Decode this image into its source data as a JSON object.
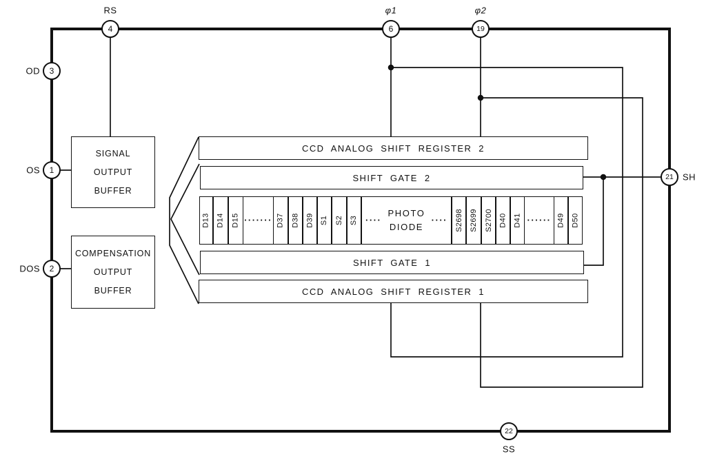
{
  "pins": {
    "rs": {
      "label": "RS",
      "number": "4"
    },
    "od": {
      "label": "OD",
      "number": "3"
    },
    "os": {
      "label": "OS",
      "number": "1"
    },
    "dos": {
      "label": "DOS",
      "number": "2"
    },
    "phi1": {
      "label": "φ1",
      "number": "6"
    },
    "phi2": {
      "label": "φ2",
      "number": "19"
    },
    "sh": {
      "label": "SH",
      "number": "21"
    },
    "ss": {
      "label": "SS",
      "number": "22"
    }
  },
  "blocks": {
    "signal_buffer": {
      "lines": [
        "SIGNAL",
        "OUTPUT",
        "BUFFER"
      ]
    },
    "compensation_buffer": {
      "lines": [
        "COMPENSATION",
        "OUTPUT",
        "BUFFER"
      ]
    },
    "ccd_register_2": {
      "label": "CCD ANALOG SHIFT REGISTER 2"
    },
    "shift_gate_2": {
      "label": "SHIFT GATE 2"
    },
    "shift_gate_1": {
      "label": "SHIFT GATE 1"
    },
    "ccd_register_1": {
      "label": "CCD ANALOG SHIFT REGISTER 1"
    }
  },
  "photodiode_array": {
    "left_cells": [
      "D13",
      "D14",
      "D15",
      "·······",
      "D37",
      "D38",
      "D39",
      "S1",
      "S2",
      "S3"
    ],
    "photo_cell": {
      "dots_left": "····",
      "line1": "PHOTO",
      "line2": "DIODE",
      "dots_right": "····"
    },
    "right_cells": [
      "S2698",
      "S2699",
      "S2700",
      "D40",
      "D41",
      "······",
      "D49",
      "D50"
    ]
  },
  "colors": {
    "line": "#111111",
    "background": "#ffffff"
  }
}
